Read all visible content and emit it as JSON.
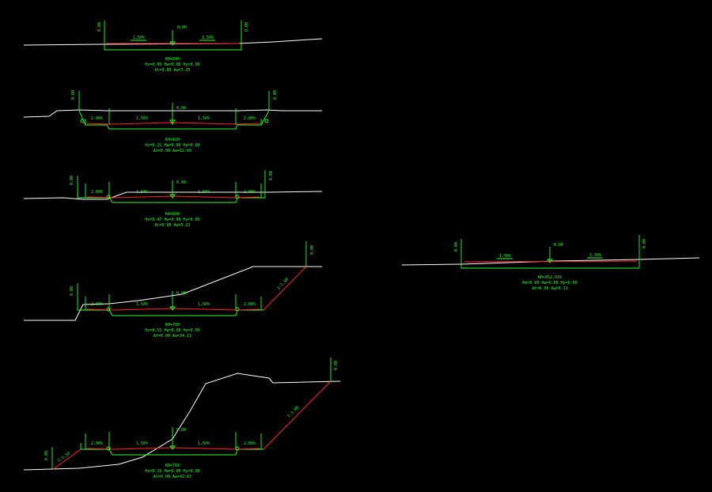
{
  "sections": [
    {
      "id": "s1",
      "station": "K0+840",
      "line2": "Hz=0.00 Hw=0.00 Hy=0.00",
      "line3": "At=0.00 Aw=7.25",
      "center_label": "0.00",
      "left_slope": "1.50%",
      "right_slope": "1.50%",
      "left_edge": "0.00",
      "right_edge": "0.00"
    },
    {
      "id": "s2",
      "station": "K0+820",
      "line2": "Hz=0.21 Hw=0.00 Hy=0.00",
      "line3": "At=0.00 Aw=12.60",
      "center_label": "0.00",
      "left_slope": "1.50%",
      "right_slope": "1.50%",
      "left_side_slope": "2.00%",
      "right_side_slope": "2.00%",
      "left_edge": "0.00",
      "right_edge": "0.00"
    },
    {
      "id": "s3",
      "station": "K0+800",
      "line2": "Hz=0.47 Hw=0.00 Hy=0.00",
      "line3": "At=0.00 Aw=5.21",
      "center_label": "0.00",
      "left_slope": "1.50%",
      "right_slope": "1.50%",
      "left_side_slope": "2.00%",
      "right_side_slope": "2.00%",
      "left_edge": "0.00",
      "right_edge": "0.00"
    },
    {
      "id": "s4",
      "station": "K0+780",
      "line2": "Hz=0.53 Hw=0.00 Hy=0.00",
      "line3": "At=0.00 Aw=34.11",
      "center_label": "0.00",
      "left_slope": "1.50%",
      "right_slope": "1.50%",
      "left_side_slope": "2.00%",
      "right_side_slope": "2.00%",
      "cut_slope": "1:1.00",
      "left_edge": "0.00",
      "right_edge": "0.00"
    },
    {
      "id": "s5",
      "station": "K0+760",
      "line2": "Hz=0.15 Hw=0.00 Hy=0.00",
      "line3": "At=0.00 Aw=42.67",
      "center_label": "0.00",
      "left_slope": "1.50%",
      "right_slope": "1.50%",
      "left_side_slope": "2.00%",
      "right_side_slope": "2.00%",
      "cut_slope": "1:1.00",
      "fill_slope": "1:1.50",
      "left_edge": "0.00",
      "right_edge": "0.00"
    },
    {
      "id": "s6",
      "station": "K0+852.910",
      "line2": "Hz=0.00 Hw=0.00 Hy=0.00",
      "line3": "At=0.00 Aw=0.13",
      "center_label": "0.00",
      "left_slope": "1.50%",
      "right_slope": "1.50%",
      "left_edge": "0.00",
      "right_edge": "0.00"
    }
  ]
}
